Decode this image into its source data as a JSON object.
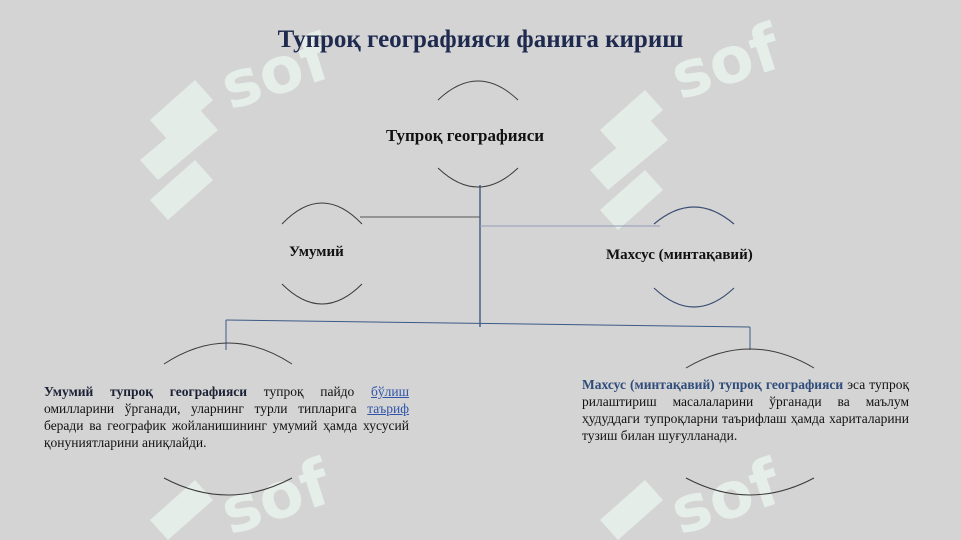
{
  "slide": {
    "title": "Тупроқ географияси фанига кириш"
  },
  "diagram": {
    "root": "Тупроқ географияси",
    "general": "Умумий",
    "special": "Махсус (минтақавий)"
  },
  "general_text": {
    "lead": "Умумий тупроқ географияси",
    "part1": " тупроқ пайдо ",
    "link1": "бўлиш",
    "part2": " омилларини ўрганади, уларнинг турли типларига ",
    "link2": "таъриф",
    "part3": " беради ва географик жойланишининг умумий ҳамда хусусий қонуниятларини аниқлайди."
  },
  "special_text": {
    "lead": "Махсус (минтақавий) тупроқ географияси",
    "rest": " эса тупроқ рилаштириш масалаларини ўрганади ва маълум ҳудуддаги тупроқларни таърифлаш ҳамда хариталарини тузиш билан шуғулланади."
  },
  "colors": {
    "background": "#d4d4d4",
    "title": "#1f2a4f",
    "connector": "#3b5a86",
    "arc": "#3a3a3a",
    "link": "#2f54a8",
    "watermark": "#e9f2ee"
  },
  "icons": {
    "watermark": "logo-watermark"
  }
}
